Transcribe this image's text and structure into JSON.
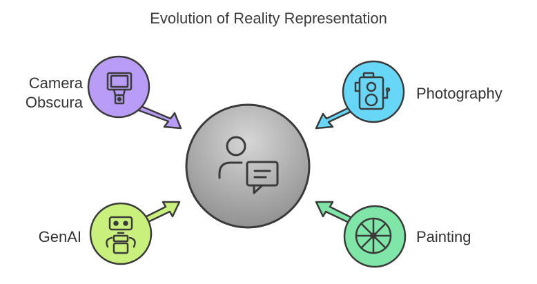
{
  "title": "Evolution of Reality Representation",
  "colors": {
    "camera_obscura": "#b89cf5",
    "photography": "#67d6f7",
    "genai": "#c9ef7c",
    "painting": "#7fe6a7",
    "center_top": "#d6d6d6",
    "center_bottom": "#8d8d8d",
    "stroke": "#3a3a3a"
  },
  "nodes": {
    "camera_obscura": {
      "label_line1": "Camera",
      "label_line2": "Obscura",
      "icon": "flash-lamp-icon"
    },
    "photography": {
      "label": "Photography",
      "icon": "vintage-camera-icon"
    },
    "genai": {
      "label": "GenAI",
      "icon": "robot-icon"
    },
    "painting": {
      "label": "Painting",
      "icon": "wheel-icon"
    },
    "center": {
      "icon": "person-speech-icon"
    }
  }
}
